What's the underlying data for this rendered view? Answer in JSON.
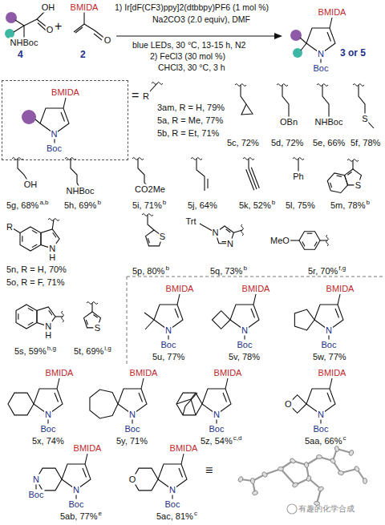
{
  "diagram": {
    "nodes": [
      {
        "text": [
          "BMIDA",
          "N",
          "Boc"
        ]
      }
    ],
    "labels": [
      "OH",
      "O",
      "NHBoc",
      "4",
      "+",
      "BMIDA",
      "O",
      "2",
      "1) Ir[dF(CF3)ppy]2(dtbbpy)PF6 (1 mol %)",
      "Na2CO3 (2.0 equiv), DMF",
      "blue LEDs, 30 °C, 13-15 h, N2",
      "2) FeCl3 (30 mol %)",
      "CHCl3, 30 °C, 3 h",
      "BMIDA",
      "N",
      "Boc",
      "3 or 5",
      "=",
      "R",
      "3am, R = H, 79%",
      "5a, R = Me, 77%",
      "5b, R = Et, 71%",
      "5c, 72%",
      "OBn",
      "5d, 72%",
      "NHBoc",
      "5e, 66%",
      "S",
      "5f, 78%",
      "OH",
      "5g, 68%",
      "a,b",
      "NHBoc",
      "5h, 69%",
      "b",
      "CO2Me",
      "5i, 71%",
      "b",
      "5j, 64%",
      "5k, 52%",
      "b",
      "Ph",
      "5l, 75%",
      "S",
      "5m, 78%",
      "b",
      "R",
      "N",
      "H",
      "5n, R = H, 70%",
      "5o, R = F, 71%",
      "S",
      "5p, 80%",
      "b",
      "Trt",
      "N",
      "N",
      "5q, 73%",
      "b",
      "MeO",
      "5r, 70%",
      "f,g",
      "N",
      "H",
      "5s, 59%",
      "h,g",
      "S",
      "5t, 69%",
      "i,g",
      "BMIDA",
      "N",
      "Boc",
      "5u, 77%",
      "BMIDA",
      "N",
      "Boc",
      "5v, 78%",
      "BMIDA",
      "N",
      "Boc",
      "5w, 77%",
      "BMIDA",
      "N",
      "Boc",
      "5x, 74%",
      "BMIDA",
      "N",
      "Boc",
      "5y, 71%",
      "BMIDA",
      "N",
      "Boc",
      "5z, 54%",
      "c,d",
      "O",
      "BMIDA",
      "N",
      "Boc",
      "5aa, 66%",
      "c",
      "N",
      "Boc",
      "BMIDA",
      "N",
      "Boc",
      "5ab, 77%",
      "e",
      "O",
      "BMIDA",
      "N",
      "Boc",
      "5ac, 81%",
      "c",
      "≡",
      "有趣的化学合成"
    ]
  }
}
